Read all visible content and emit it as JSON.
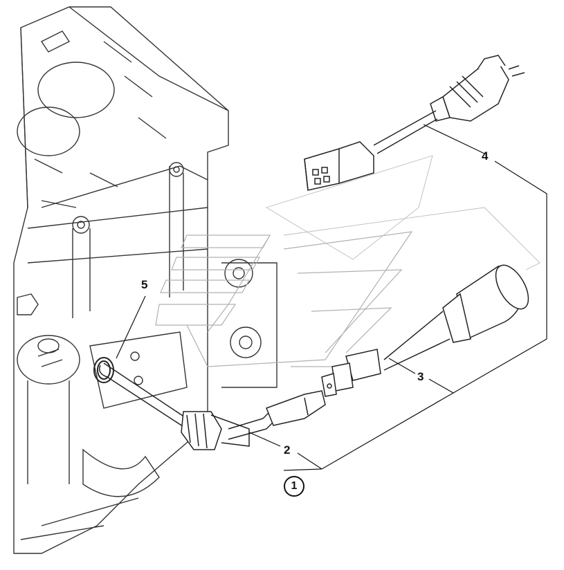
{
  "diagram": {
    "callouts": [
      {
        "id": "1",
        "label": "1",
        "circled": true
      },
      {
        "id": "2",
        "label": "2",
        "circled": false
      },
      {
        "id": "3",
        "label": "3",
        "circled": false
      },
      {
        "id": "4",
        "label": "4",
        "circled": false
      },
      {
        "id": "5",
        "label": "5",
        "circled": false
      }
    ],
    "colors": {
      "line": "#111111",
      "watermark": "#b0b0b0",
      "background": "#ffffff"
    }
  }
}
